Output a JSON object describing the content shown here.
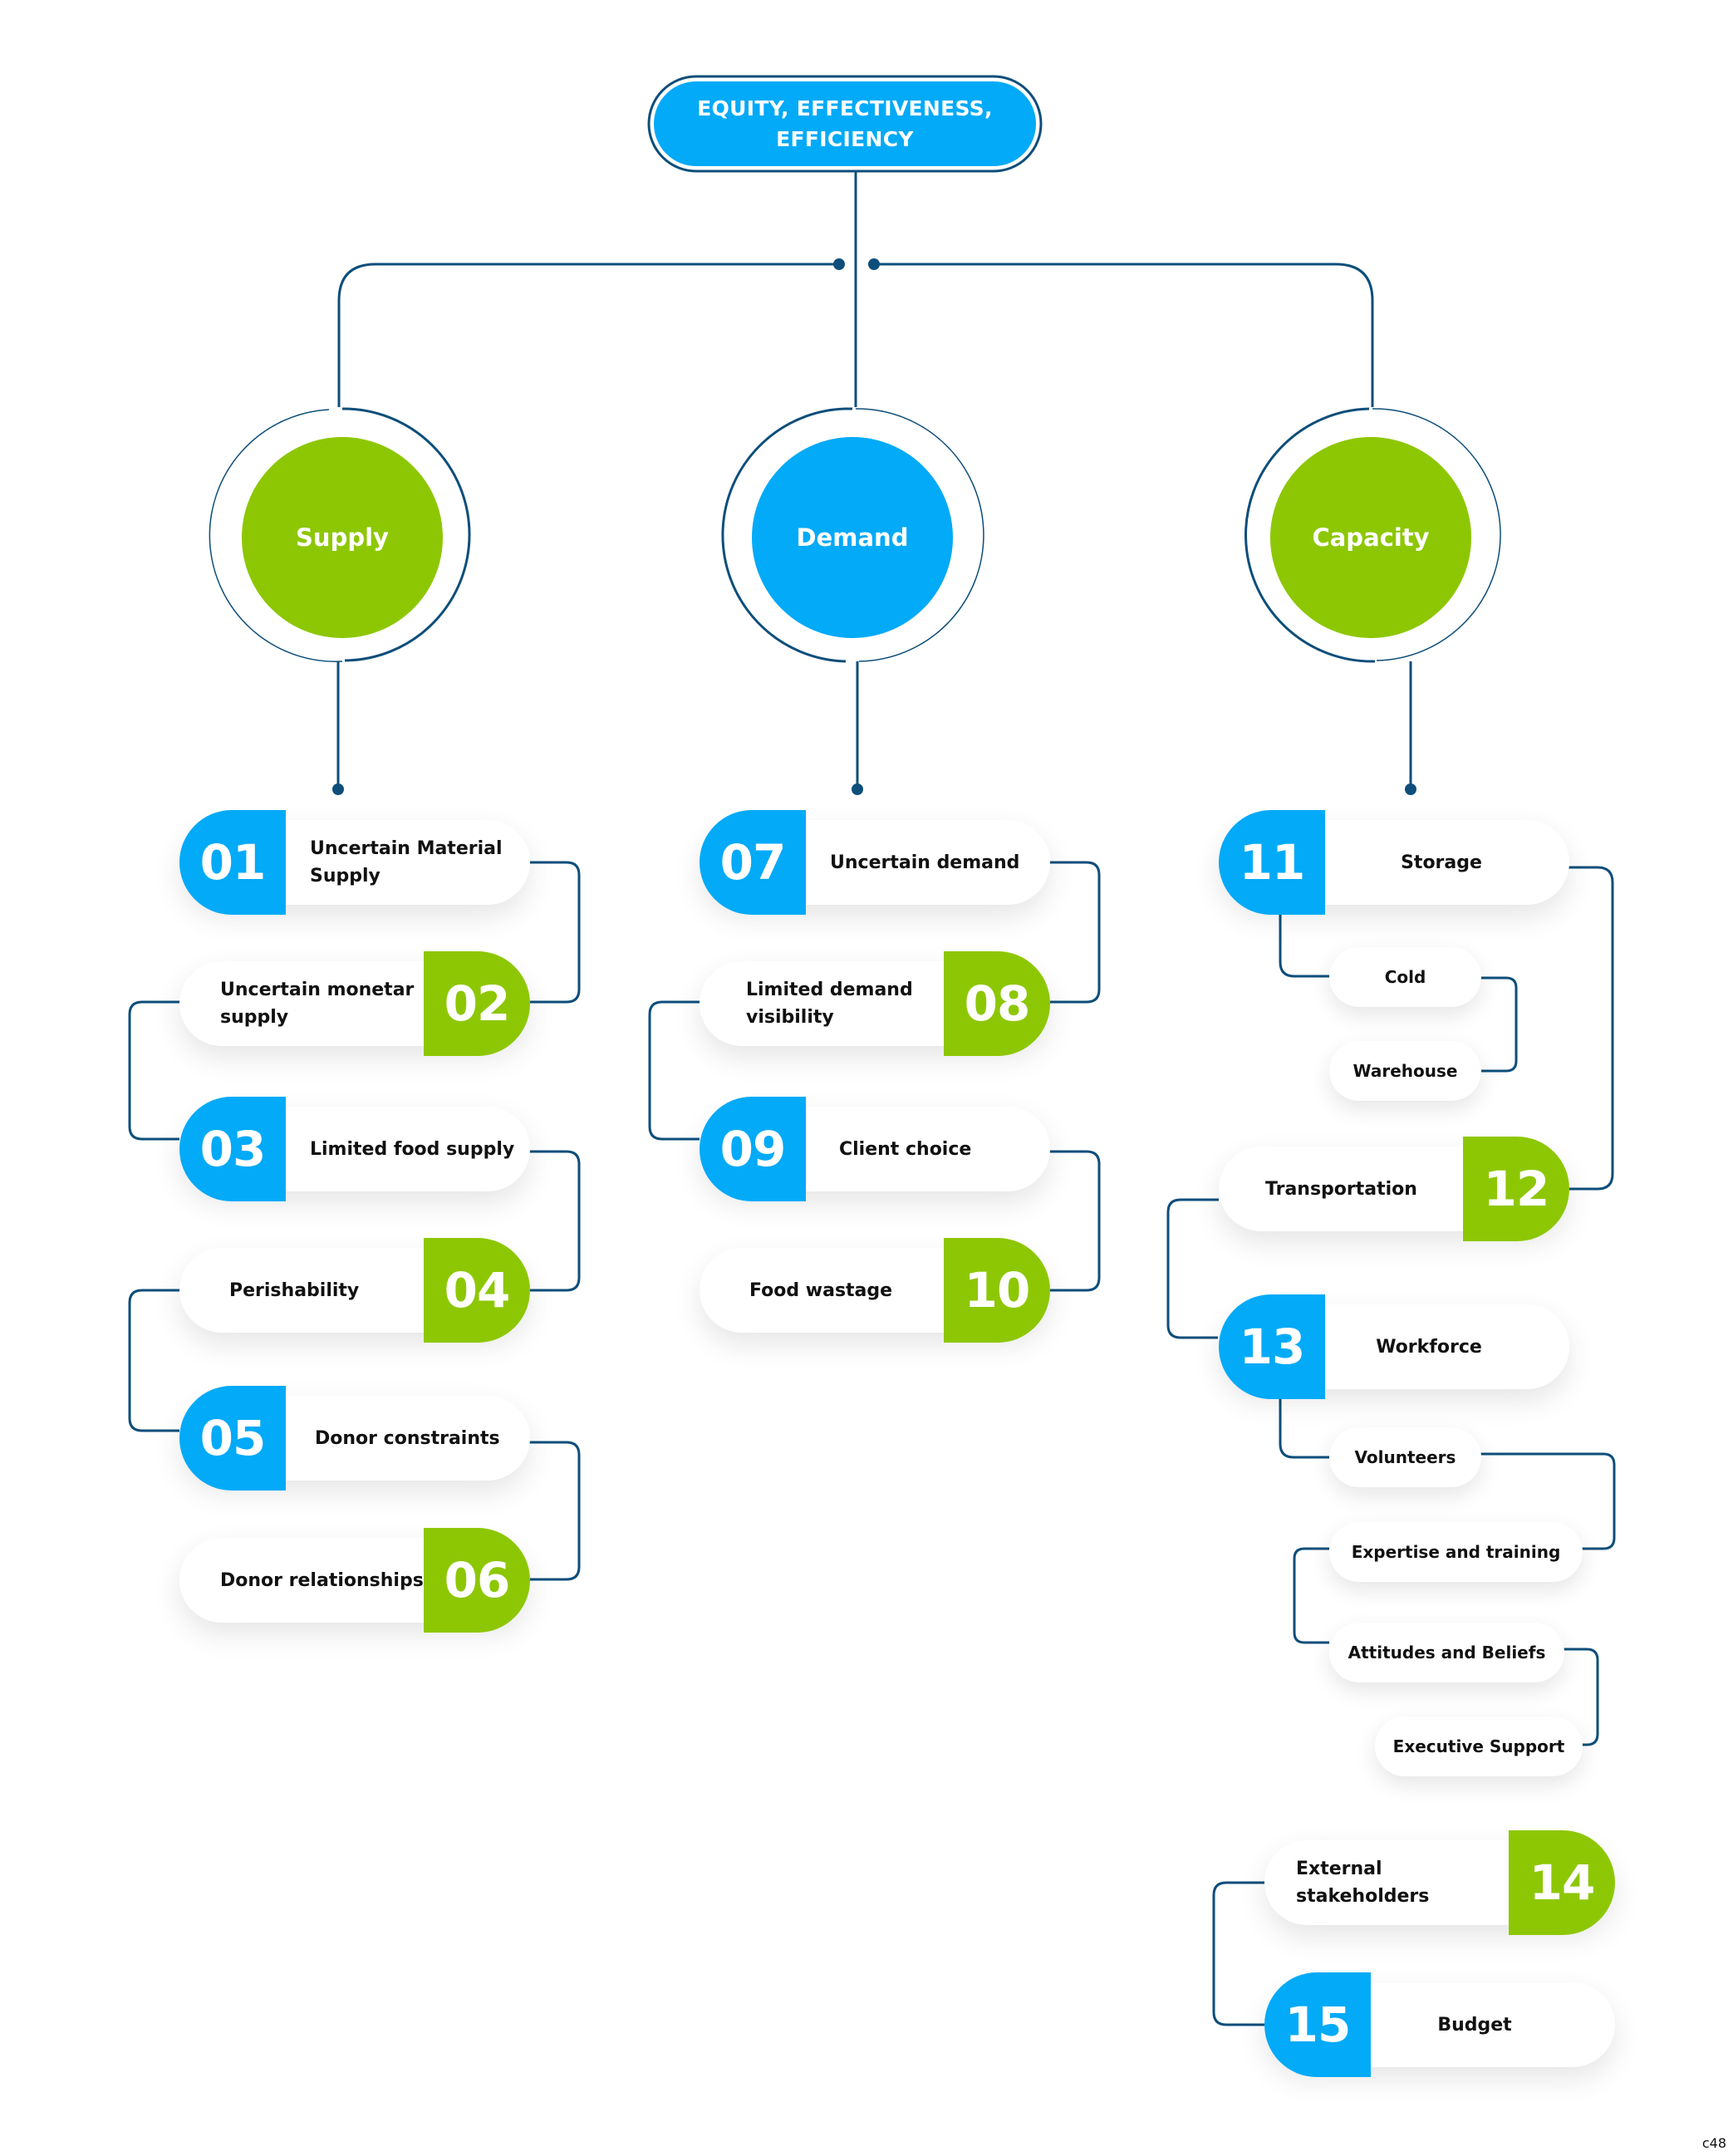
{
  "title": "EQUITY, EFFECTIVENESS, EFFICIENCY",
  "categories": {
    "supply": "Supply",
    "demand": "Demand",
    "capacity": "Capacity"
  },
  "items": [
    {
      "num": "01",
      "label": "Uncertain Material Supply"
    },
    {
      "num": "02",
      "label": "Uncertain monetar supply"
    },
    {
      "num": "03",
      "label": "Limited food supply"
    },
    {
      "num": "04",
      "label": "Perishability"
    },
    {
      "num": "05",
      "label": "Donor constraints"
    },
    {
      "num": "06",
      "label": "Donor relationships"
    },
    {
      "num": "07",
      "label": "Uncertain demand"
    },
    {
      "num": "08",
      "label": "Limited demand visibility"
    },
    {
      "num": "09",
      "label": "Client choice"
    },
    {
      "num": "10",
      "label": "Food wastage"
    },
    {
      "num": "11",
      "label": "Storage"
    },
    {
      "num": "12",
      "label": "Transportation"
    },
    {
      "num": "13",
      "label": "Workforce"
    },
    {
      "num": "14",
      "label": "External stakeholders"
    },
    {
      "num": "15",
      "label": "Budget"
    }
  ],
  "subitems": {
    "cold": "Cold",
    "warehouse": "Warehouse",
    "volunteers": "Volunteers",
    "expertise": "Expertise and training",
    "attitudes": "Attitudes and Beliefs",
    "executive": "Executive Support"
  },
  "corner_code": "c48",
  "colors": {
    "blue": "#02aaf7",
    "green": "#8dc704",
    "line": "#0d4e7a"
  }
}
